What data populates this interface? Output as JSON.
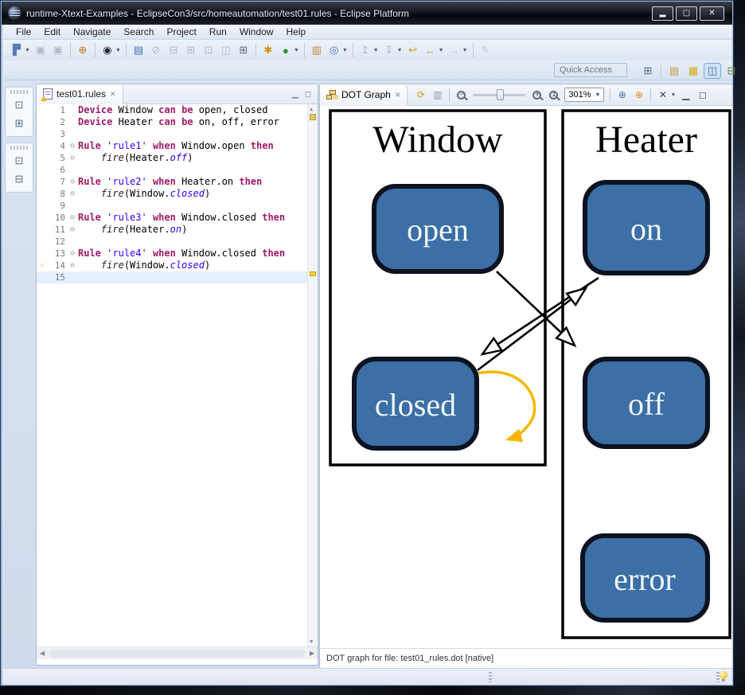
{
  "colors": {
    "keyword": "#a01a68",
    "string": "#2a00ff",
    "node-fill": "#3b6fa5",
    "node-stroke": "#0c1220",
    "edge": "#000000",
    "loop-highlight": "#f5b800"
  },
  "window": {
    "title": "runtime-Xtext-Examples - EclipseCon3/src/homeautomation/test01.rules - Eclipse Platform",
    "controls": {
      "minimize": "▂",
      "maximize": "▢",
      "close": "✕"
    }
  },
  "menubar": {
    "items": [
      "File",
      "Edit",
      "Navigate",
      "Search",
      "Project",
      "Run",
      "Window",
      "Help"
    ]
  },
  "toolbar": {
    "quick_access_placeholder": "Quick Access",
    "items": [
      {
        "name": "new-wizard",
        "glyph": "▛",
        "color": "#5b7bb4",
        "chev": true
      },
      {
        "name": "save",
        "glyph": "▣",
        "color": "#667",
        "dis": true
      },
      {
        "name": "save-all",
        "glyph": "▣",
        "color": "#667",
        "dis": true
      },
      {
        "sep": true
      },
      {
        "name": "build",
        "glyph": "⊕",
        "color": "#c07a20"
      },
      {
        "sep": true
      },
      {
        "name": "user-profile",
        "glyph": "◉",
        "color": "#23262e",
        "chev": true
      },
      {
        "sep": true
      },
      {
        "name": "console",
        "glyph": "▤",
        "color": "#3f6fae"
      },
      {
        "name": "skip-breakpoints",
        "glyph": "⊘",
        "color": "#667",
        "dis": true
      },
      {
        "name": "debug-step-over",
        "glyph": "⊟",
        "color": "#667",
        "dis": true
      },
      {
        "name": "debug-step-into",
        "glyph": "⊞",
        "color": "#667",
        "dis": true
      },
      {
        "name": "debug-step-return",
        "glyph": "⊡",
        "color": "#667",
        "dis": true
      },
      {
        "name": "debug-resume",
        "glyph": "◫",
        "color": "#667",
        "dis": true
      },
      {
        "name": "launch-config",
        "glyph": "⊞",
        "color": "#5a6c84"
      },
      {
        "sep": true
      },
      {
        "name": "external-tools",
        "glyph": "✱",
        "color": "#d49010"
      },
      {
        "name": "run",
        "glyph": "●",
        "color": "#2f8f3a",
        "chev": true
      },
      {
        "sep": true
      },
      {
        "name": "open-task",
        "glyph": "▥",
        "color": "#c08a30"
      },
      {
        "name": "search",
        "glyph": "◎",
        "color": "#3f6fae",
        "chev": true
      },
      {
        "sep": true
      },
      {
        "name": "prev-annotation",
        "glyph": "↥",
        "color": "#667",
        "dis": true,
        "chev": true
      },
      {
        "name": "next-annotation",
        "glyph": "↧",
        "color": "#667",
        "dis": true,
        "chev": true
      },
      {
        "name": "last-edit-location",
        "glyph": "↩",
        "color": "#c8a018"
      },
      {
        "name": "back-history",
        "glyph": "←",
        "color": "#c8a018",
        "chev": true
      },
      {
        "name": "forward-history",
        "glyph": "→",
        "color": "#889",
        "dis": true,
        "chev": true
      },
      {
        "sep": true
      },
      {
        "name": "pin-editor",
        "glyph": "✎",
        "color": "#889",
        "dis": true
      }
    ],
    "perspectives": [
      {
        "name": "open-perspective",
        "glyph": "⊞",
        "color": "#5a6b80"
      },
      {
        "sep": true
      },
      {
        "name": "perspective-resource",
        "glyph": "▤",
        "color": "#c79b3e"
      },
      {
        "name": "perspective-git",
        "glyph": "▦",
        "color": "#d4b00a"
      },
      {
        "name": "perspective-dsl",
        "glyph": "◫",
        "color": "#3f6fae",
        "active": true
      },
      {
        "name": "perspective-plugin",
        "glyph": "⊟",
        "color": "#6a8a4a"
      }
    ]
  },
  "left_rail": {
    "stacks": [
      {
        "items": [
          {
            "name": "restore-package-explorer",
            "glyph": "⊡"
          },
          {
            "name": "package-explorer-view",
            "glyph": "⊞"
          }
        ]
      },
      {
        "items": [
          {
            "name": "restore-outline",
            "glyph": "⊡"
          },
          {
            "name": "outline-view",
            "glyph": "⊟"
          }
        ]
      }
    ]
  },
  "editor": {
    "tab_label": "test01.rules",
    "close_glyph": "✕",
    "minimize_glyph": "▁",
    "maximize_glyph": "◻",
    "scroll_up_glyph": "▲",
    "scroll_down_glyph": "▼",
    "scroll_left_glyph": "◀",
    "scroll_right_glyph": "▶",
    "fold_glyph": "−",
    "warn_glyph": "⚠",
    "lines": [
      {
        "n": "1",
        "seg": [
          [
            "kw",
            "Device"
          ],
          [
            "pl",
            " Window "
          ],
          [
            "kw",
            "can"
          ],
          [
            "pl",
            " "
          ],
          [
            "kw",
            "be"
          ],
          [
            "pl",
            " open, closed"
          ]
        ]
      },
      {
        "n": "2",
        "seg": [
          [
            "kw",
            "Device"
          ],
          [
            "pl",
            " Heater "
          ],
          [
            "kw",
            "can"
          ],
          [
            "pl",
            " "
          ],
          [
            "kw",
            "be"
          ],
          [
            "pl",
            " on, off, error"
          ]
        ]
      },
      {
        "n": "3",
        "seg": []
      },
      {
        "n": "4",
        "fold": true,
        "seg": [
          [
            "kw",
            "Rule"
          ],
          [
            "pl",
            " "
          ],
          [
            "str",
            "'rule1'"
          ],
          [
            "pl",
            " "
          ],
          [
            "kw",
            "when"
          ],
          [
            "pl",
            " Window.open "
          ],
          [
            "kw",
            "then"
          ]
        ]
      },
      {
        "n": "5",
        "fold": true,
        "seg": [
          [
            "pl",
            "    "
          ],
          [
            "fire",
            "fire"
          ],
          [
            "pl",
            "(Heater."
          ],
          [
            "xref",
            "off"
          ],
          [
            "pl",
            ")"
          ]
        ]
      },
      {
        "n": "6",
        "seg": []
      },
      {
        "n": "7",
        "fold": true,
        "seg": [
          [
            "kw",
            "Rule"
          ],
          [
            "pl",
            " "
          ],
          [
            "str",
            "'rule2'"
          ],
          [
            "pl",
            " "
          ],
          [
            "kw",
            "when"
          ],
          [
            "pl",
            " Heater.on "
          ],
          [
            "kw",
            "then"
          ]
        ]
      },
      {
        "n": "8",
        "fold": true,
        "seg": [
          [
            "pl",
            "    "
          ],
          [
            "fire",
            "fire"
          ],
          [
            "pl",
            "(Window."
          ],
          [
            "xref",
            "closed"
          ],
          [
            "pl",
            ")"
          ]
        ]
      },
      {
        "n": "9",
        "seg": []
      },
      {
        "n": "10",
        "fold": true,
        "seg": [
          [
            "kw",
            "Rule"
          ],
          [
            "pl",
            " "
          ],
          [
            "str",
            "'rule3'"
          ],
          [
            "pl",
            " "
          ],
          [
            "kw",
            "when"
          ],
          [
            "pl",
            " Window.closed "
          ],
          [
            "kw",
            "then"
          ]
        ]
      },
      {
        "n": "11",
        "fold": true,
        "seg": [
          [
            "pl",
            "    "
          ],
          [
            "fire",
            "fire"
          ],
          [
            "pl",
            "(Heater."
          ],
          [
            "xref",
            "on"
          ],
          [
            "pl",
            ")"
          ]
        ]
      },
      {
        "n": "12",
        "seg": []
      },
      {
        "n": "13",
        "fold": true,
        "seg": [
          [
            "kw",
            "Rule"
          ],
          [
            "pl",
            " "
          ],
          [
            "str",
            "'rule4'"
          ],
          [
            "pl",
            " "
          ],
          [
            "kw",
            "when"
          ],
          [
            "pl",
            " Window.closed "
          ],
          [
            "kw",
            "then"
          ]
        ]
      },
      {
        "n": "14",
        "fold": true,
        "warn": true,
        "seg": [
          [
            "pl",
            "    "
          ],
          [
            "fire",
            "fire"
          ],
          [
            "pl",
            "(Window."
          ],
          [
            "xref",
            "closed"
          ],
          [
            "pl",
            ")"
          ]
        ]
      },
      {
        "n": "15",
        "cur": true,
        "seg": []
      }
    ]
  },
  "graph": {
    "tab_label": "DOT Graph",
    "close_glyph": "✕",
    "status_text": "DOT graph for file: test01_rules.dot [native]",
    "toolbar": {
      "zoom_level": "301%",
      "items": [
        {
          "name": "sync-graph",
          "type": "glyph",
          "glyph": "⟳",
          "color": "#c8960c"
        },
        {
          "name": "copy-graph",
          "type": "glyph",
          "glyph": "▥",
          "color": "#8a97a8"
        },
        {
          "name": "sep"
        },
        {
          "name": "zoom-out",
          "type": "mag",
          "sign": "−"
        },
        {
          "name": "zoom-slider",
          "type": "slider"
        },
        {
          "name": "zoom-in",
          "type": "mag",
          "sign": "+"
        },
        {
          "name": "zoom-reset",
          "type": "mag",
          "sign": "1"
        },
        {
          "name": "zoom-combo",
          "type": "combo"
        },
        {
          "name": "sep"
        },
        {
          "name": "zoom-selection",
          "type": "glyph",
          "glyph": "⊕",
          "color": "#4a6fa5"
        },
        {
          "name": "zoom-fit",
          "type": "glyph",
          "glyph": "⊕",
          "color": "#d49010"
        },
        {
          "name": "sep"
        },
        {
          "name": "collapse-all",
          "type": "glyph",
          "glyph": "✕",
          "color": "#3a4a5c",
          "chev": true
        },
        {
          "name": "minimize-view",
          "type": "glyph",
          "glyph": "▁",
          "color": "#555"
        },
        {
          "name": "maximize-view",
          "type": "glyph",
          "glyph": "◻",
          "color": "#555"
        }
      ]
    },
    "clusters": [
      {
        "label": "Window",
        "nodes": [
          "open",
          "closed"
        ]
      },
      {
        "label": "Heater",
        "nodes": [
          "on",
          "off",
          "error"
        ]
      }
    ],
    "edges": [
      "Window.open -> Heater.off",
      "Heater.on -> Window.closed",
      "Window.closed -> Heater.on",
      "Window.closed -> Window.closed (highlighted)"
    ]
  }
}
